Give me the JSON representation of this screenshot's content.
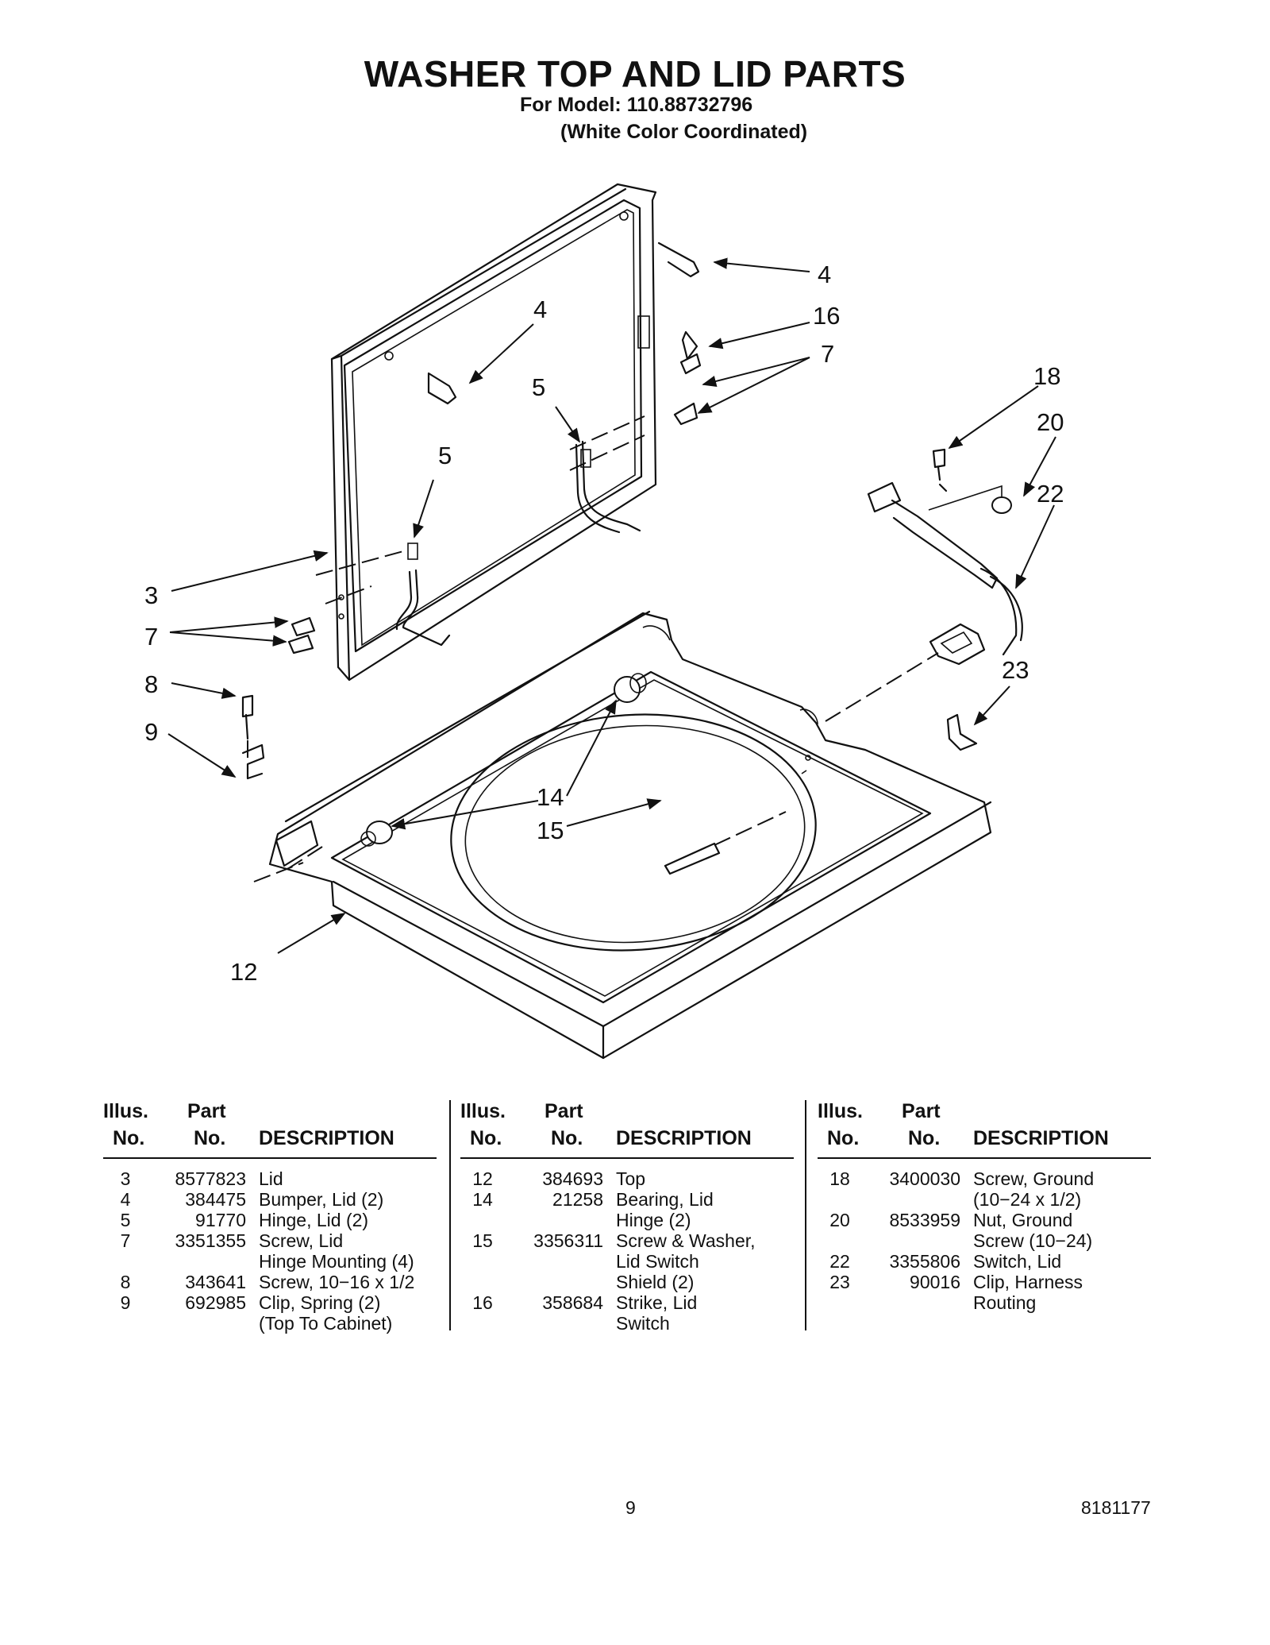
{
  "header": {
    "title": "WASHER TOP AND LID PARTS",
    "model_line": "For Model: 110.88732796",
    "color_line": "(White Color Coordinated)"
  },
  "callouts": {
    "c4a": "4",
    "c4b": "4",
    "c16": "16",
    "c7a": "7",
    "c5a": "5",
    "c5b": "5",
    "c18": "18",
    "c20": "20",
    "c22": "22",
    "c3": "3",
    "c7b": "7",
    "c8": "8",
    "c9": "9",
    "c23": "23",
    "c14": "14",
    "c15": "15",
    "c12": "12"
  },
  "table": {
    "headers": {
      "illus_1": "Illus.",
      "illus_2": "No.",
      "part_1": "Part",
      "part_2": "No.",
      "desc": "DESCRIPTION"
    },
    "columns": [
      {
        "rows": [
          {
            "illus": "3",
            "part": "8577823",
            "desc": "Lid"
          },
          {
            "illus": "4",
            "part": "384475",
            "desc": "Bumper, Lid (2)"
          },
          {
            "illus": "5",
            "part": "91770",
            "desc": "Hinge, Lid (2)"
          },
          {
            "illus": "7",
            "part": "3351355",
            "desc": "Screw, Lid"
          },
          {
            "illus": "",
            "part": "",
            "desc": "Hinge Mounting (4)"
          },
          {
            "illus": "8",
            "part": "343641",
            "desc": "Screw, 10−16 x 1/2"
          },
          {
            "illus": "9",
            "part": "692985",
            "desc": "Clip, Spring (2)"
          },
          {
            "illus": "",
            "part": "",
            "desc": "(Top To Cabinet)"
          }
        ]
      },
      {
        "rows": [
          {
            "illus": "12",
            "part": "384693",
            "desc": "Top"
          },
          {
            "illus": "14",
            "part": "21258",
            "desc": "Bearing, Lid"
          },
          {
            "illus": "",
            "part": "",
            "desc": "Hinge (2)"
          },
          {
            "illus": "15",
            "part": "3356311",
            "desc": "Screw & Washer,"
          },
          {
            "illus": "",
            "part": "",
            "desc": "Lid Switch"
          },
          {
            "illus": "",
            "part": "",
            "desc": "Shield (2)"
          },
          {
            "illus": "16",
            "part": "358684",
            "desc": "Strike, Lid"
          },
          {
            "illus": "",
            "part": "",
            "desc": "Switch"
          }
        ]
      },
      {
        "rows": [
          {
            "illus": "18",
            "part": "3400030",
            "desc": "Screw, Ground"
          },
          {
            "illus": "",
            "part": "",
            "desc": "(10−24 x 1/2)"
          },
          {
            "illus": "20",
            "part": "8533959",
            "desc": "Nut, Ground"
          },
          {
            "illus": "",
            "part": "",
            "desc": "Screw (10−24)"
          },
          {
            "illus": "22",
            "part": "3355806",
            "desc": "Switch, Lid"
          },
          {
            "illus": "23",
            "part": "90016",
            "desc": "Clip, Harness"
          },
          {
            "illus": "",
            "part": "",
            "desc": "Routing"
          }
        ]
      }
    ]
  },
  "footer": {
    "page_number": "9",
    "doc_number": "8181177"
  }
}
